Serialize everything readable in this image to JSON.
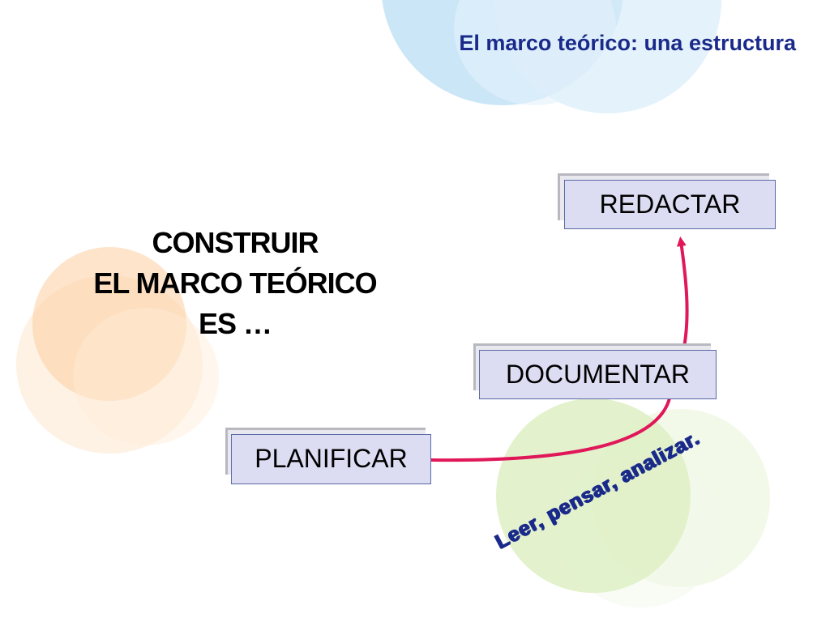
{
  "slide": {
    "title": "El marco teórico: una estructura",
    "main_text": {
      "line1": "CONSTRUIR",
      "line2": "EL MARCO TEÓRICO",
      "line3": "ES …"
    },
    "steps": [
      {
        "label": "PLANIFICAR"
      },
      {
        "label": "DOCUMENTAR"
      },
      {
        "label": "REDACTAR"
      }
    ],
    "note": "Leer, pensar, analizar."
  },
  "colors": {
    "title": "#1a2a8a",
    "box_fill": "#dcdcf2",
    "box_border": "#5a6aa8",
    "arrow": "#e0185a",
    "note": "#1a2a8a"
  }
}
